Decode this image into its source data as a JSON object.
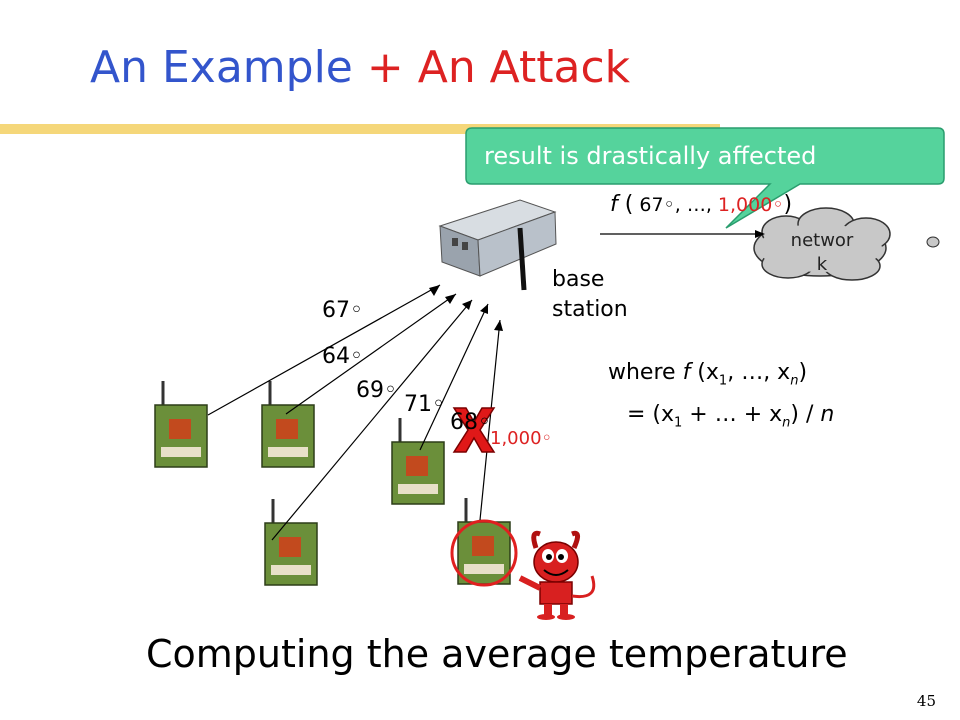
{
  "slide": {
    "title_part1": "An Example ",
    "title_part2": "+ An Attack",
    "callout": "result is drastically affected",
    "cloud_label": "network",
    "base_station_label_line1": "base",
    "base_station_label_line2": "station",
    "f_expr": {
      "f": "f",
      "open": " (",
      "v1": " 67◦, …, ",
      "v2": "1,000◦",
      "close": ")"
    },
    "readings": [
      "67◦",
      "64◦",
      "69◦",
      "71◦",
      "68◦"
    ],
    "attacker_reading": "1,000◦",
    "where": {
      "line1_prefix": "where ",
      "f": "f",
      "args_open": " (x",
      "sub1": "1",
      "mid": ", …, x",
      "subn": "n",
      "close": ")",
      "line2_open": "= (x",
      "line2_sub1": "1",
      "line2_mid": " + … + x",
      "line2_subn": "n",
      "line2_close": ") / ",
      "n": "n"
    },
    "caption": "Computing the average temperature",
    "page_number": "45"
  },
  "colors": {
    "title_blue": "#3355cc",
    "accent_red": "#dd2222",
    "callout_green": "#55d39c",
    "bar_yellow": "#f5d77a"
  }
}
